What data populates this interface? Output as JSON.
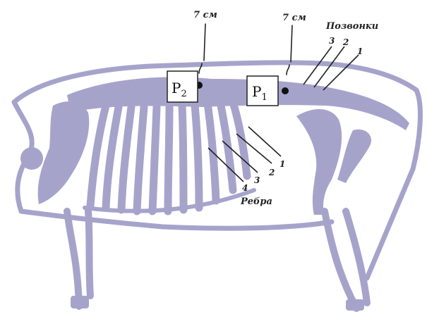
{
  "colors": {
    "skeleton": "#a6a3cb",
    "ink": "#222222",
    "background": "#ffffff"
  },
  "labels": {
    "measure_left": "7 см",
    "measure_right": "7 см",
    "vertebrae": "Позвонки",
    "ribs": "Ребра",
    "point_left_letter": "P",
    "point_left_sub": "2",
    "point_right_letter": "P",
    "point_right_sub": "1",
    "vert_1": "1",
    "vert_2": "2",
    "vert_3": "3",
    "rib_1": "1",
    "rib_2": "2",
    "rib_3": "3",
    "rib_4": "4"
  }
}
